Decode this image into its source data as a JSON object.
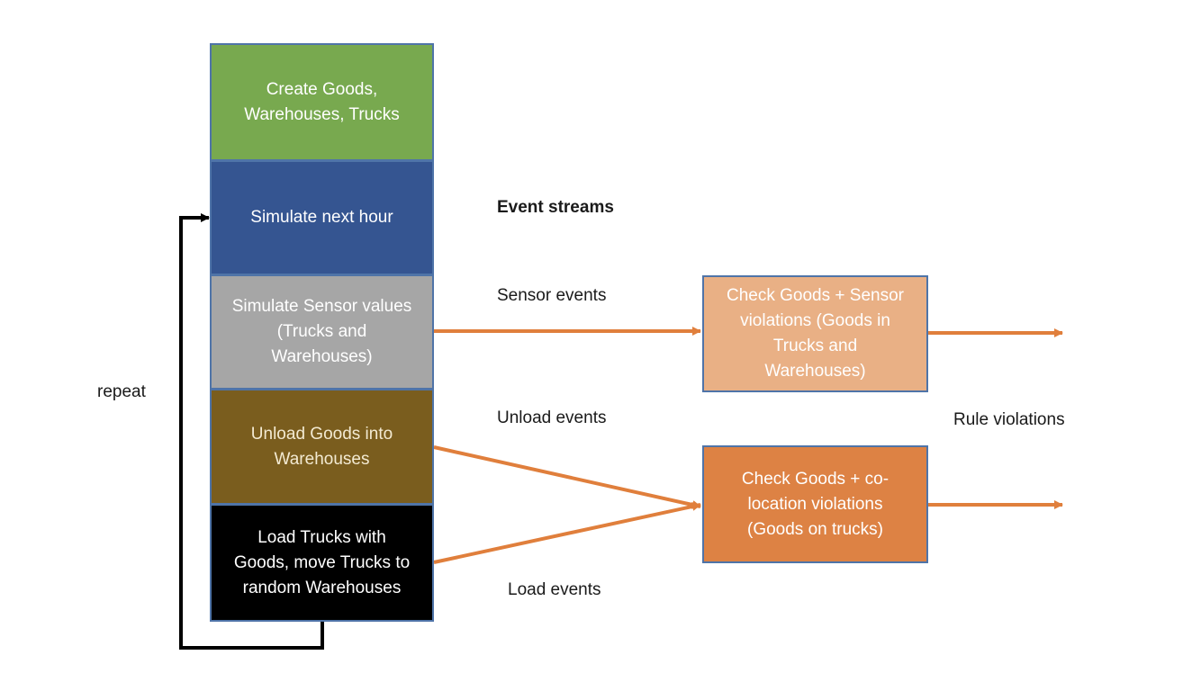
{
  "title": "Event streams",
  "steps": [
    {
      "id": "create",
      "text": "Create Goods, Warehouses, Trucks",
      "color": "#78a94f"
    },
    {
      "id": "simulate-hour",
      "text": "Simulate next hour",
      "color": "#355591"
    },
    {
      "id": "simulate-sensor",
      "text": "Simulate Sensor values (Trucks and Warehouses)",
      "color": "#a6a6a6"
    },
    {
      "id": "unload",
      "text": "Unload Goods into Warehouses",
      "color": "#7a5d1e"
    },
    {
      "id": "load",
      "text": "Load Trucks with Goods, move Trucks to random Warehouses",
      "color": "#000000"
    }
  ],
  "checks": [
    {
      "id": "sensor-check",
      "text": "Check Goods + Sensor violations (Goods in Trucks and Warehouses)",
      "color": "#e9b085"
    },
    {
      "id": "colocation-check",
      "text": "Check Goods + co-location violations (Goods on  trucks)",
      "color": "#dd8244"
    }
  ],
  "labels": {
    "repeat": "repeat",
    "sensor_events": "Sensor events",
    "unload_events": "Unload events",
    "load_events": "Load events",
    "rule_violations": "Rule violations"
  },
  "colors": {
    "arrow_orange": "#e07f3c",
    "loop_black": "#000000",
    "box_border": "#4f74a8"
  }
}
